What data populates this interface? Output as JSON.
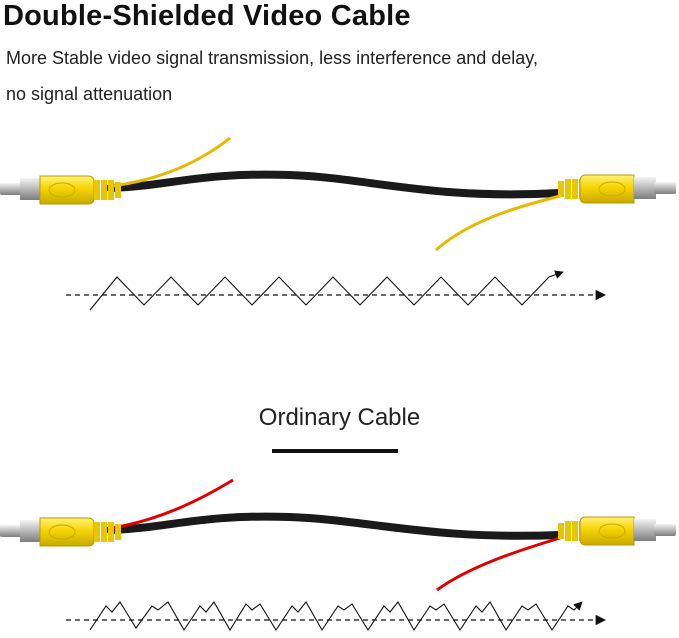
{
  "heading": {
    "title": "Double-Shielded Video Cable",
    "description_line1": "More Stable video signal transmission, less interference and delay,",
    "description_line2": "no signal attenuation"
  },
  "ordinary": {
    "label": "Ordinary Cable"
  },
  "colors": {
    "connector": "#f5d400",
    "cable": "#1a1a1a",
    "shield_wire": "#e6b800",
    "ground_wire": "#e00000",
    "metal": "#d0d0d0"
  },
  "icons": {
    "signal_wave": "zigzag-arrow-icon",
    "connector": "rca-plug-icon"
  }
}
